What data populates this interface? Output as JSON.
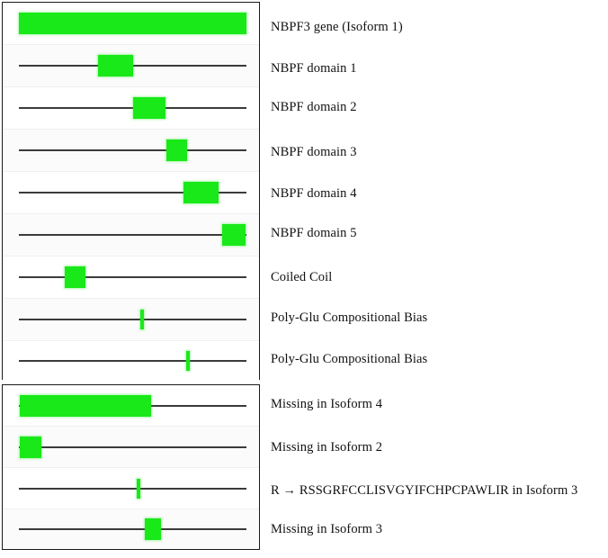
{
  "figure": {
    "title_row_label": "NBPF3  gene (Isoform  1)",
    "accent_color": "#19e919",
    "line_color": "#3b3b3b",
    "border_color": "#1a1a1a",
    "panels": [
      {
        "name": "features",
        "rows": 9
      },
      {
        "name": "isoform-variants",
        "rows": 4
      }
    ]
  },
  "tracks": [
    {
      "label": "NBPF3  gene (Isoform  1)",
      "shape": "bar",
      "start_pct": 0,
      "end_pct": 100,
      "has_backbone": false
    },
    {
      "label": "NBPF  domain  1",
      "shape": "block",
      "start_pct": 34.9,
      "end_pct": 50.4,
      "has_backbone": true
    },
    {
      "label": "NBPF  domain  2",
      "shape": "block",
      "start_pct": 50.0,
      "end_pct": 64.3,
      "has_backbone": true
    },
    {
      "label": "NBPF  domain  3",
      "shape": "block",
      "start_pct": 65.1,
      "end_pct": 74.2,
      "has_backbone": true
    },
    {
      "label": "NBPF  domain  4",
      "shape": "block",
      "start_pct": 72.6,
      "end_pct": 88.1,
      "has_backbone": true
    },
    {
      "label": "NBPF  domain  5",
      "shape": "block",
      "start_pct": 89.7,
      "end_pct": 100.0,
      "has_backbone": true
    },
    {
      "label": "Coiled  Coil",
      "shape": "block",
      "start_pct": 20.2,
      "end_pct": 29.4,
      "has_backbone": true
    },
    {
      "label": "Poly-Glu  Compositional  Bias",
      "shape": "tick",
      "start_pct": 53.6,
      "end_pct": 53.6,
      "has_backbone": true
    },
    {
      "label": "Poly-Glu  Compositional  Bias",
      "shape": "tick",
      "start_pct": 73.8,
      "end_pct": 73.8,
      "has_backbone": true
    },
    {
      "label": "Missing  in  Isoform  4",
      "shape": "block",
      "start_pct": 1.2,
      "end_pct": 58.3,
      "has_backbone": true
    },
    {
      "label": "Missing  in  Isoform  2",
      "shape": "block",
      "start_pct": 1.2,
      "end_pct": 10.3,
      "has_backbone": true
    },
    {
      "label": "R → RSSGRFCCLISVGYIFCHPCPAWLIR  in  Isoform  3",
      "shape": "tick",
      "start_pct": 52.0,
      "end_pct": 52.0,
      "has_backbone": true
    },
    {
      "label": "Missing  in  Isoform  3",
      "shape": "block",
      "start_pct": 55.2,
      "end_pct": 62.3,
      "has_backbone": true
    }
  ]
}
